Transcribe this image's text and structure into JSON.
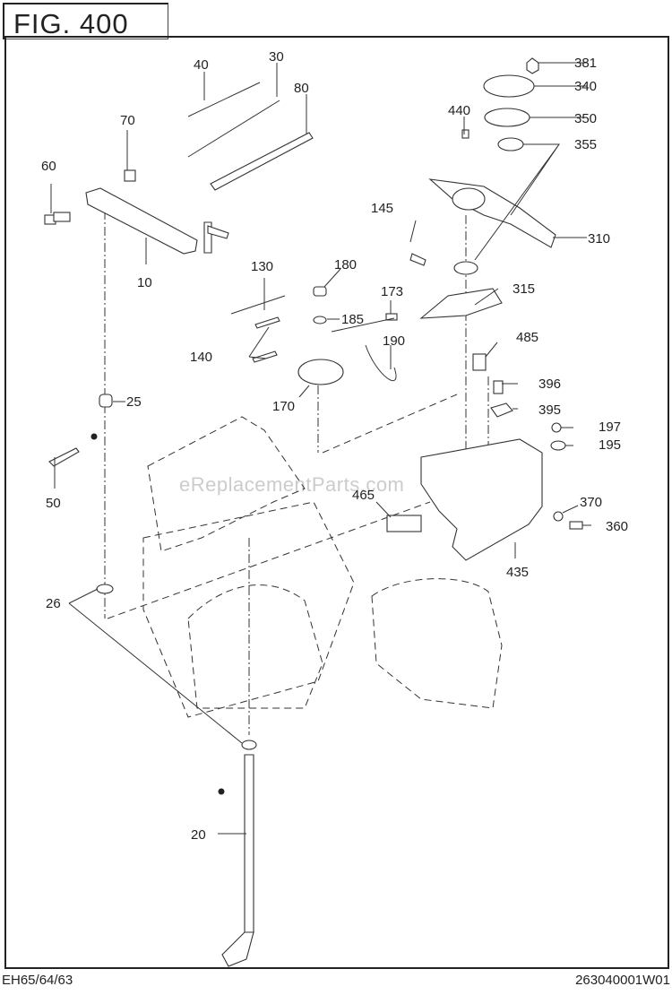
{
  "figure": {
    "title": "FIG. 400"
  },
  "footer": {
    "model": "EH65/64/63",
    "code": "263040001W01"
  },
  "watermark": "eReplacementParts.com",
  "callouts": [
    "10",
    "20",
    "25",
    "26",
    "30",
    "40",
    "50",
    "60",
    "70",
    "80",
    "130",
    "140",
    "145",
    "170",
    "173",
    "180",
    "185",
    "190",
    "195",
    "197",
    "310",
    "315",
    "340",
    "350",
    "355",
    "360",
    "370",
    "381",
    "395",
    "396",
    "435",
    "440",
    "465",
    "485"
  ]
}
